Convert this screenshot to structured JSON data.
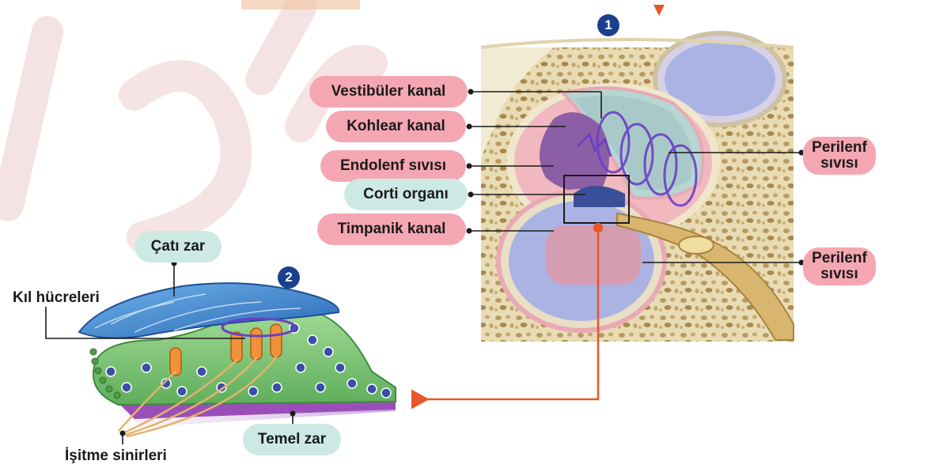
{
  "badges": {
    "one": "1",
    "two": "2"
  },
  "cochlea_labels": {
    "vestibuler": "Vestibüler kanal",
    "kohlear": "Kohlear kanal",
    "endolenf": "Endolenf sıvısı",
    "corti": "Corti organı",
    "timpanik": "Timpanik kanal",
    "perilenf_top_line1": "Perilenf",
    "perilenf_top_line2": "sıvısı",
    "perilenf_bottom_line1": "Perilenf",
    "perilenf_bottom_line2": "sıvısı"
  },
  "corti_labels": {
    "cati_zar": "Çatı zar",
    "kil_hucreleri": "Kıl hücreleri",
    "temel_zar": "Temel zar",
    "isitme_sinirleri": "İşitme sinirleri"
  },
  "colors": {
    "pink_label": "#f4a7b2",
    "teal_label": "#cde9e4",
    "badge": "#1b3f8f",
    "arrow": "#e8562a",
    "bone": "#e8dcb8",
    "canal_blue": "#aab3e3",
    "tectorial": "#3a7cc8",
    "cells_green": "#7cc47a",
    "hair_cells": "#f0923a",
    "annotation_purple": "#6a3fc4"
  }
}
